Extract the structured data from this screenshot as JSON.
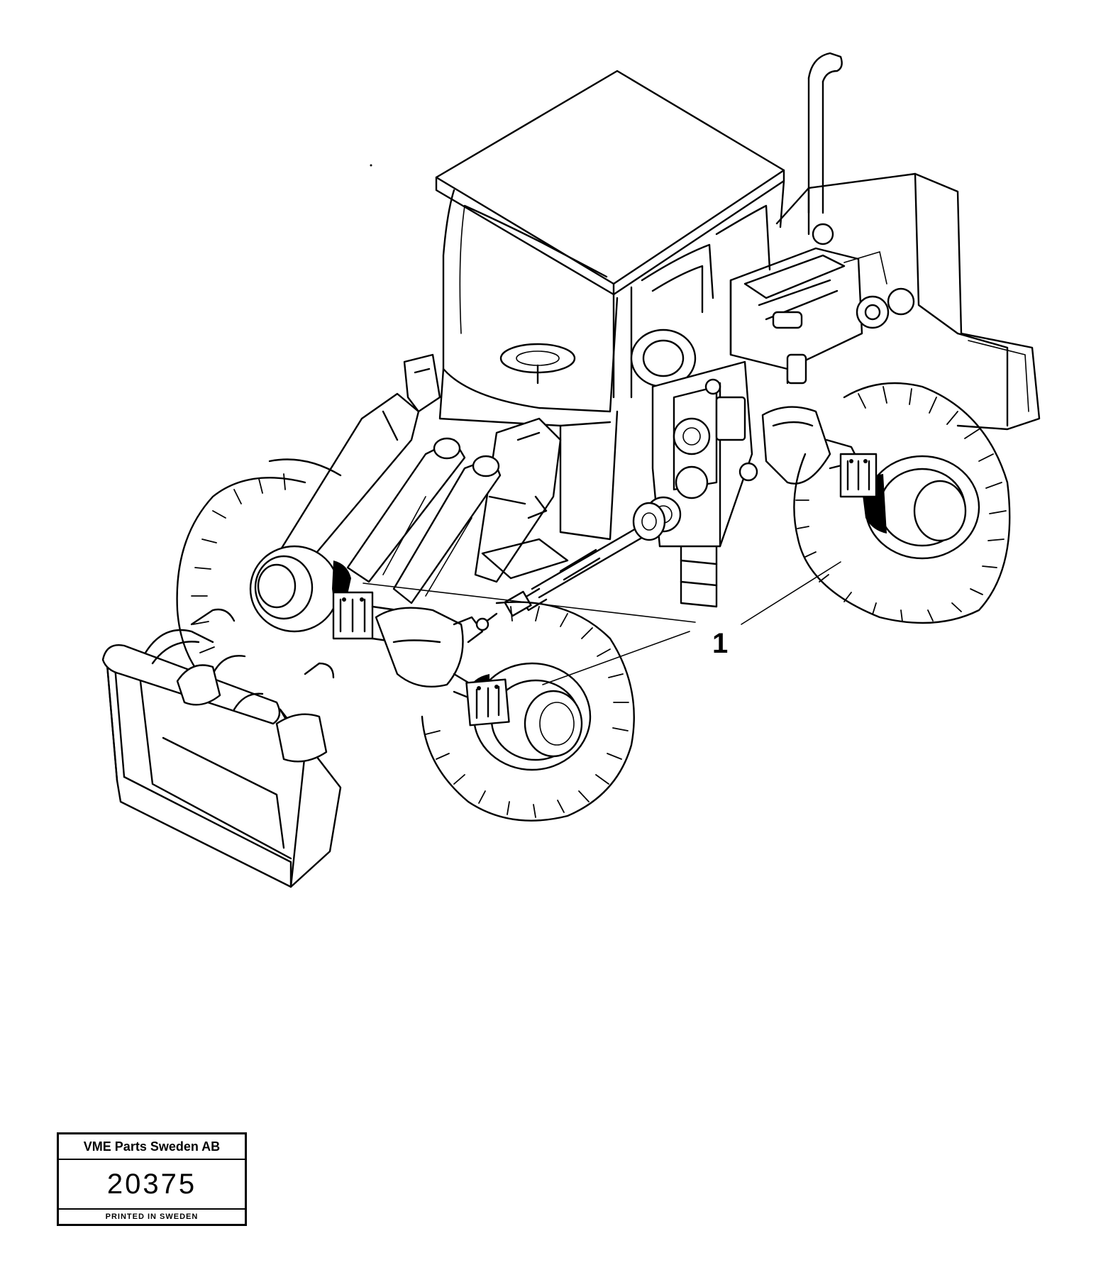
{
  "diagram": {
    "callout_label": "1",
    "callout_target": "wheel hubs"
  },
  "stamp": {
    "company": "VME Parts Sweden AB",
    "drawing_number": "20375",
    "printed": "PRINTED IN SWEDEN"
  },
  "colors": {
    "line": "#000000",
    "background": "#ffffff"
  }
}
